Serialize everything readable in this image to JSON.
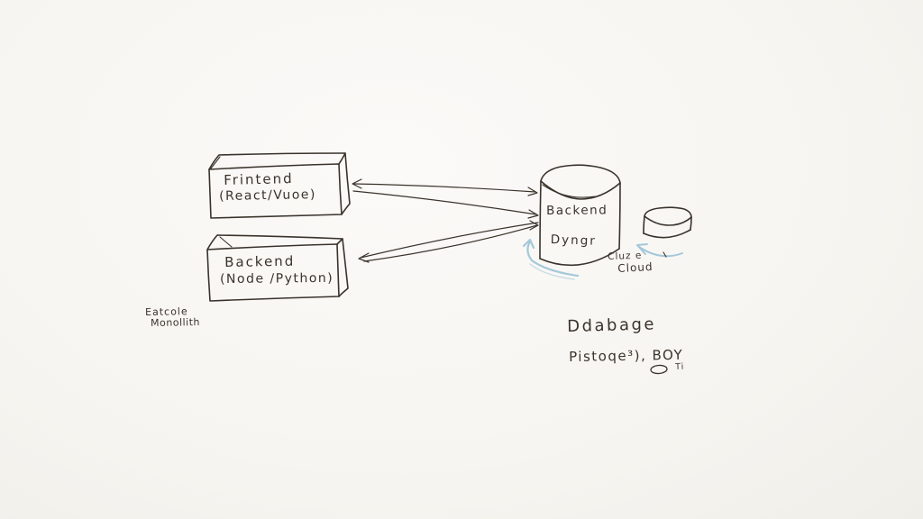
{
  "colors": {
    "background": "#f7f5f1",
    "ink": "#3a332c",
    "blue_accent": "#a3c8da"
  },
  "frontend_box": {
    "line1": "Frintend",
    "line2": "(React/Vuoe)"
  },
  "backend_box": {
    "line1": "Backend",
    "line2": "(Node /Python)"
  },
  "monolith_caption": {
    "line1": "Eatcole",
    "line2": "Monollith"
  },
  "database_cylinder": {
    "line1": "Backend",
    "line2": "Dyngr"
  },
  "cloud_cylinder_caption": {
    "line1": "Cluz e",
    "line2": "Cloud"
  },
  "database_caption": {
    "line1": "Ddabage",
    "line2": "Pistoqe³), BOY",
    "line2_sub": "Ti"
  }
}
